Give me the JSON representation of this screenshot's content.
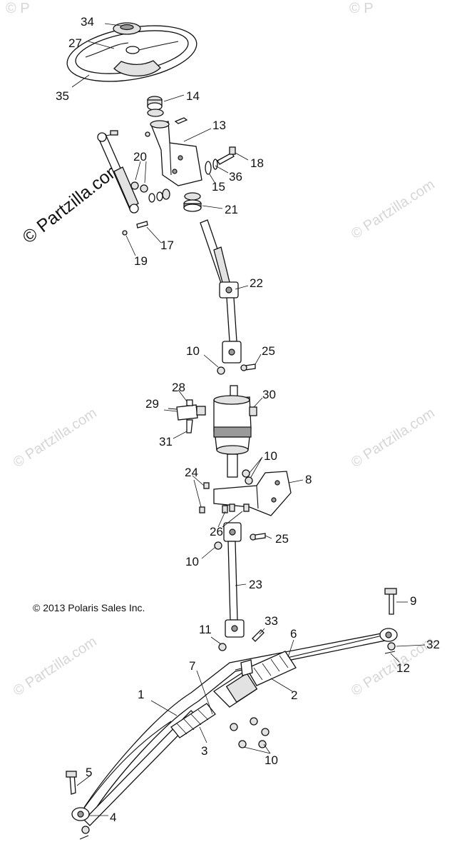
{
  "copyright": "© 2013 Polaris Sales Inc.",
  "watermark_main": "© Partzilla.com",
  "watermark_faint": "© Partzilla.com",
  "watermark_fragment": "© P",
  "callouts": {
    "c34": "34",
    "c27": "27",
    "c35": "35",
    "c14": "14",
    "c13": "13",
    "c20": "20",
    "c18": "18",
    "c36": "36",
    "c15": "15",
    "c21": "21",
    "c17": "17",
    "c19": "19",
    "c22": "22",
    "c10a": "10",
    "c25a": "25",
    "c28": "28",
    "c30": "30",
    "c29": "29",
    "c31": "31",
    "c10b": "10",
    "c24": "24",
    "c8": "8",
    "c26": "26",
    "c25b": "25",
    "c10c": "10",
    "c23": "23",
    "c9": "9",
    "c11": "11",
    "c33": "33",
    "c6": "6",
    "c32": "32",
    "c12": "12",
    "c7": "7",
    "c1": "1",
    "c2": "2",
    "c3": "3",
    "c10d": "10",
    "c5": "5",
    "c4": "4"
  }
}
